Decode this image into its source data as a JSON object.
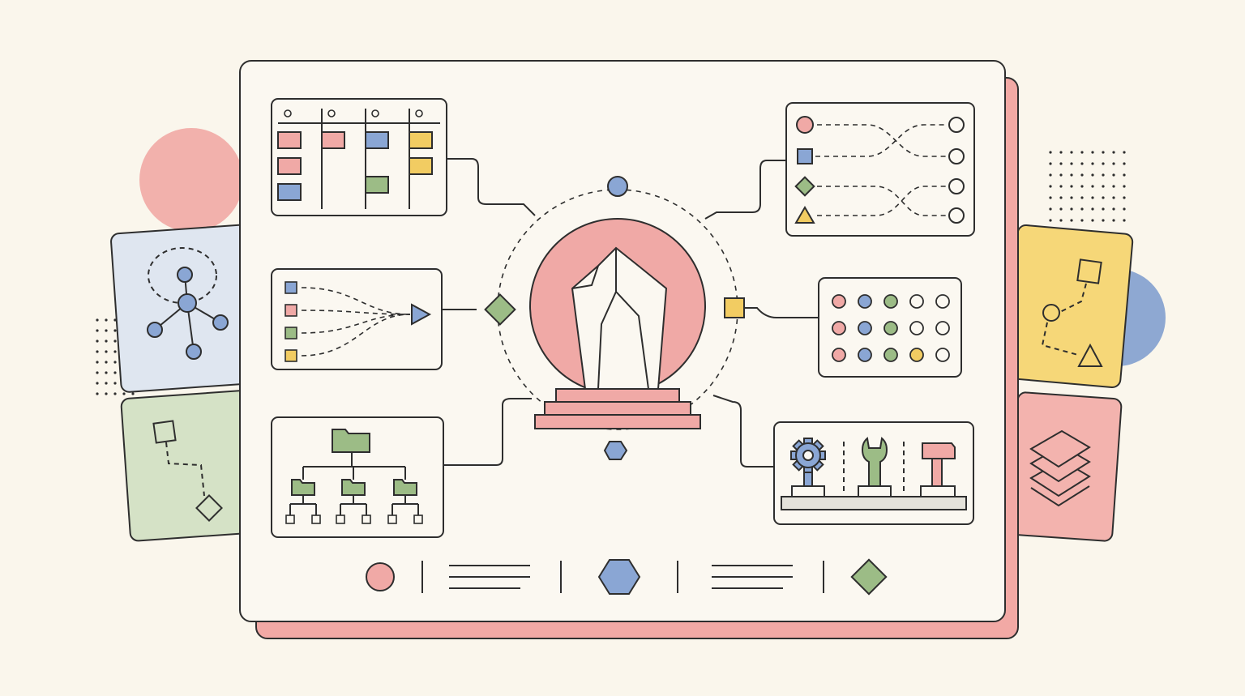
{
  "palette": {
    "background": "#faf6ec",
    "panel": "#fbf8f1",
    "ink": "#2e2e2e",
    "pink": "#f0a9a6",
    "blue": "#8aa6d4",
    "green": "#9cbc86",
    "yellow": "#f2cc62",
    "light_blue_card": "#dfe6f0",
    "light_green_card": "#d5e2c6",
    "light_yellow_card": "#f6d778",
    "light_pink_card": "#f3b3ae"
  },
  "icons": {
    "center": "crystal-on-pedestal-icon",
    "kanban": "kanban-board-icon",
    "funnel": "converging-flow-icon",
    "tree": "folder-tree-icon",
    "matching": "shape-matching-icon",
    "dots": "dot-grid-icon",
    "tools": "tools-icon",
    "network": "network-graph-icon",
    "path": "path-route-icon",
    "shape_path": "shape-path-icon",
    "layers": "layers-icon"
  },
  "kanban": {
    "columns": [
      {
        "cards": [
          "pink",
          "pink",
          "blue"
        ]
      },
      {
        "cards": [
          "pink"
        ]
      },
      {
        "cards": [
          "blue",
          "green"
        ]
      },
      {
        "cards": [
          "yellow",
          "yellow"
        ]
      }
    ]
  },
  "funnel": {
    "inputs": [
      "blue",
      "pink",
      "green",
      "yellow"
    ]
  },
  "matching": {
    "shapes": [
      "circle",
      "square",
      "diamond",
      "triangle"
    ]
  },
  "dot_grid": {
    "rows": [
      [
        "pink",
        "blue",
        "green",
        "empty",
        "empty"
      ],
      [
        "pink",
        "blue",
        "green",
        "empty",
        "empty"
      ],
      [
        "pink",
        "blue",
        "green",
        "yellow",
        "empty"
      ]
    ]
  },
  "tools": {
    "items": [
      "gear",
      "wrench",
      "hammer"
    ]
  },
  "legend": {
    "items": [
      "circle",
      "lines",
      "hexagon",
      "lines",
      "diamond"
    ]
  }
}
